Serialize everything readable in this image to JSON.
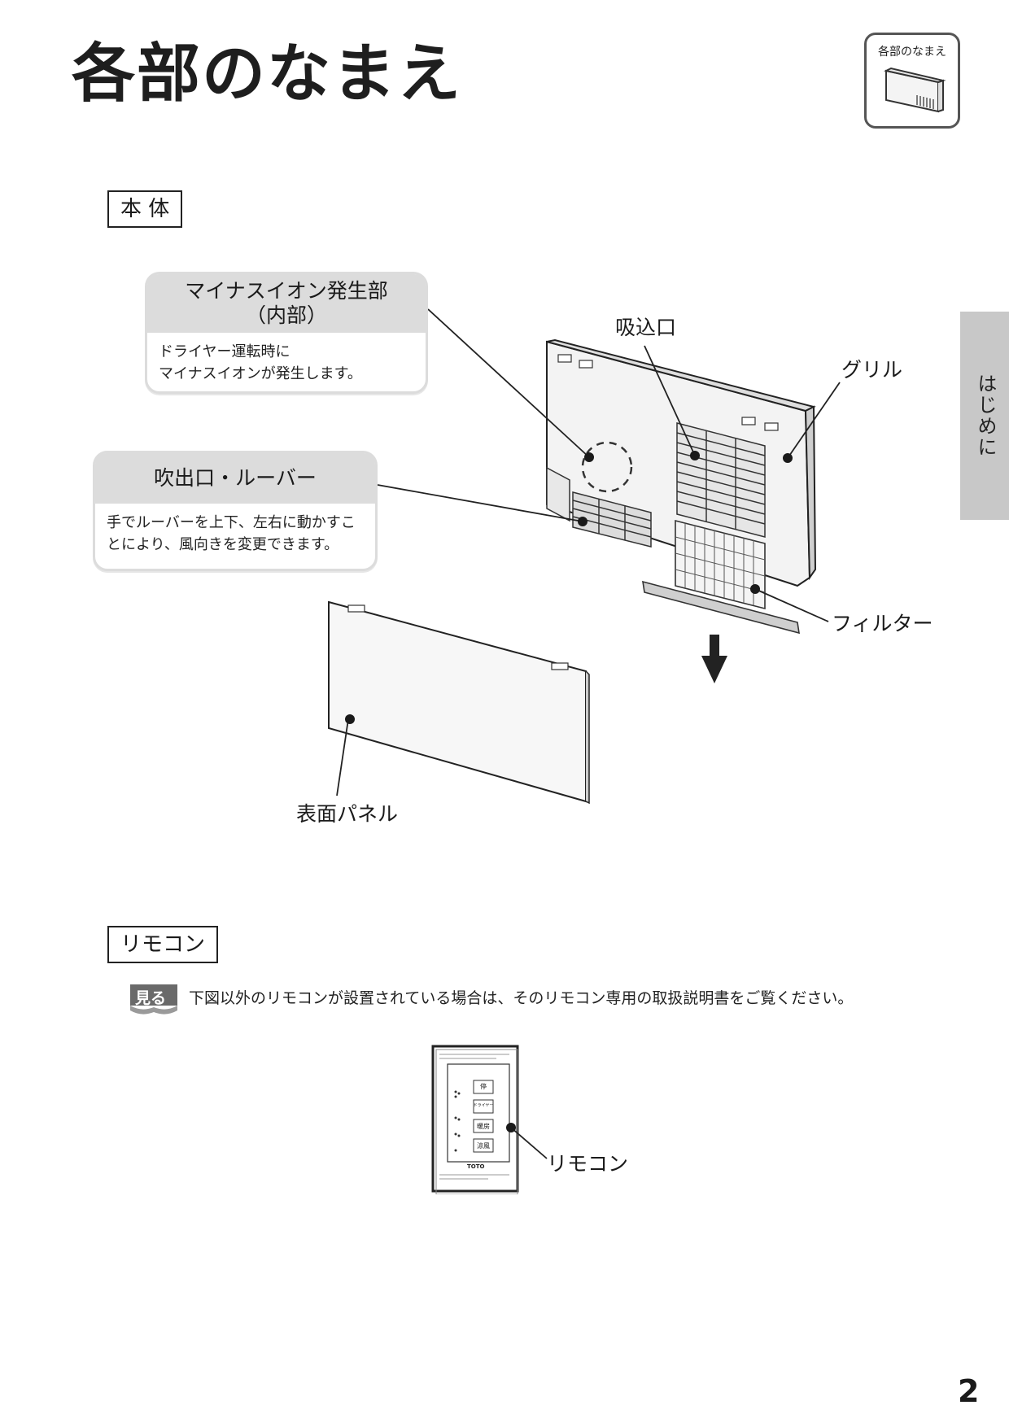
{
  "page": {
    "title": "各部のなまえ",
    "corner_badge_label": "各部のなまえ",
    "side_tab": "はじめに",
    "page_number": "2"
  },
  "unit_section": {
    "heading": "本 体",
    "ion_callout": {
      "title_line1": "マイナスイオン発生部",
      "title_line2": "（内部）",
      "desc_line1": "ドライヤー運転時に",
      "desc_line2": "マイナスイオンが発生します。"
    },
    "outlet_callout": {
      "title": "吹出口・ルーバー",
      "desc_line1": "手でルーバーを上下、左右に動かすこ",
      "desc_line2": "とにより、風向きを変更できます。"
    },
    "labels": {
      "intake": "吸込口",
      "grille": "グリル",
      "filter": "フィルター",
      "front_panel": "表面パネル"
    }
  },
  "remote_section": {
    "heading": "リモコン",
    "note_badge": "見る",
    "note_text": "下図以外のリモコンが設置されている場合は、そのリモコン専用の取扱説明書をご覧ください。",
    "label": "リモコン",
    "remote_panel": {
      "buttons": [
        "停",
        "ドライヤー",
        "暖房",
        "涼風"
      ],
      "brand": "TOTO"
    }
  },
  "colors": {
    "tab_gray": "#c8c8c8",
    "callout_gray": "#dcdcdc",
    "ink": "#1a1a1a"
  }
}
